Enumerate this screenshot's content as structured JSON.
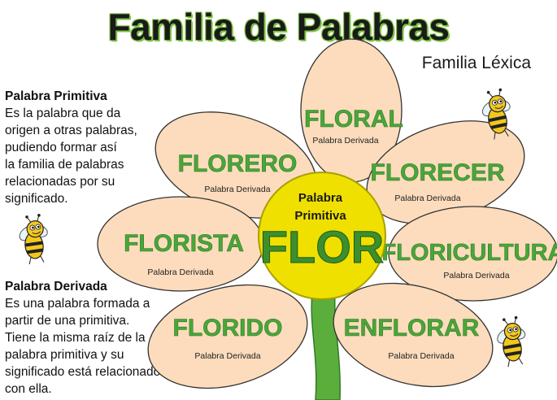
{
  "title": "Familia de Palabras",
  "subtitle": "Familia Léxica",
  "primitiva_section": {
    "heading": "Palabra Primitiva",
    "lines": [
      "Es la palabra que da",
      "origen a otras palabras,",
      "pudiendo formar así",
      "la familia de palabras",
      "relacionadas por su",
      "significado."
    ]
  },
  "derivada_section": {
    "heading": "Palabra Derivada",
    "lines": [
      "Es una palabra formada a",
      "partir de una primitiva.",
      "Tiene la misma raíz de la",
      "palabra primitiva y su",
      "significado está relacionado",
      "con ella."
    ]
  },
  "center": {
    "line1": "Palabra",
    "line2": "Primitiva",
    "word": "FLOR"
  },
  "derived_caption": "Palabra Derivada",
  "petals": [
    {
      "word": "FLORAL"
    },
    {
      "word": "FLORERO"
    },
    {
      "word": "FLORECER"
    },
    {
      "word": "FLORISTA"
    },
    {
      "word": "FLORICULTURA"
    },
    {
      "word": "FLORIDO"
    },
    {
      "word": "ENFLORAR"
    }
  ],
  "colors": {
    "petal": "#fcdcbc",
    "petal_stroke": "#333333",
    "center": "#f0e000",
    "center_stroke": "#a8a000",
    "stem": "#5cae3c",
    "word": "#4aa63a"
  },
  "icons": [
    "bee-icon"
  ]
}
